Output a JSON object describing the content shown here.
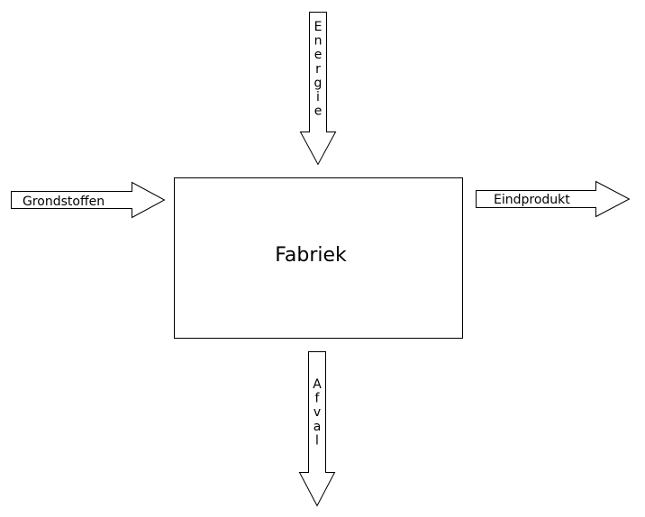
{
  "factory": {
    "label": "Fabriek"
  },
  "inputs": {
    "raw_materials": "Grondstoffen",
    "energy": "Energie"
  },
  "outputs": {
    "end_product": "Eindprodukt",
    "waste": "Afval"
  },
  "colors": {
    "stroke": "#000000",
    "fill": "#ffffff"
  }
}
